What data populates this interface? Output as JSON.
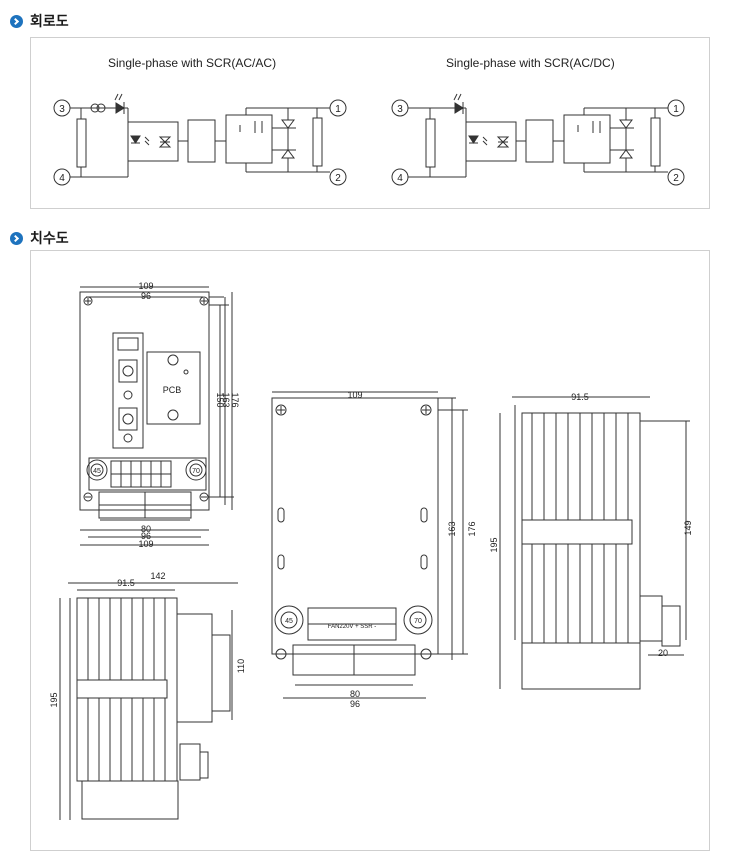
{
  "sections": {
    "circuit_title": "회로도",
    "dimension_title": "치수도"
  },
  "circuit": {
    "left_caption": "Single-phase with SCR(AC/AC)",
    "right_caption": "Single-phase with SCR(AC/DC)",
    "terminals": [
      "1",
      "2",
      "3",
      "4"
    ]
  },
  "dimensions": {
    "front": {
      "top_outer": "109",
      "top_inner": "96",
      "side_a": "150",
      "side_b": "163",
      "side_c": "176",
      "bottom_a": "80",
      "bottom_b": "96",
      "bottom_c": "109",
      "pcb_label": "PCB",
      "knob_left": "45",
      "knob_right": "70"
    },
    "side_bottom": {
      "top_outer": "142",
      "top_inner": "91.5",
      "height": "195",
      "right": "110"
    },
    "middle": {
      "top": "109",
      "side_a": "163",
      "side_b": "176",
      "bottom_a": "80",
      "bottom_b": "96",
      "knob_left": "45",
      "knob_right": "70",
      "terminal_label": "FAN220V  + SSR -"
    },
    "side_right": {
      "top": "91.5",
      "height": "195",
      "right": "149",
      "tab": "20"
    }
  }
}
